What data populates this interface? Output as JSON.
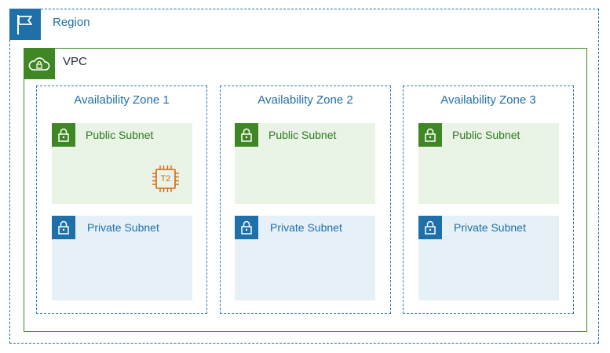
{
  "region": {
    "label": "Region",
    "icon": "flag-icon"
  },
  "vpc": {
    "label": "VPC",
    "icon": "cloud-lock-icon"
  },
  "availability_zones": [
    {
      "label": "Availability Zone 1",
      "public_subnet": "Public Subnet",
      "private_subnet": "Private Subnet"
    },
    {
      "label": "Availability Zone 2",
      "public_subnet": "Public Subnet",
      "private_subnet": "Private Subnet"
    },
    {
      "label": "Availability Zone 3",
      "public_subnet": "Public Subnet",
      "private_subnet": "Private Subnet"
    }
  ],
  "instance": {
    "label": "T2",
    "icon": "ec2-instance-chip-icon"
  },
  "colors": {
    "region": "#1f6fa8",
    "vpc": "#3f8624",
    "public_subnet_bg": "#e9f3e6",
    "private_subnet_bg": "#e5f0f7",
    "instance": "#d86613"
  }
}
